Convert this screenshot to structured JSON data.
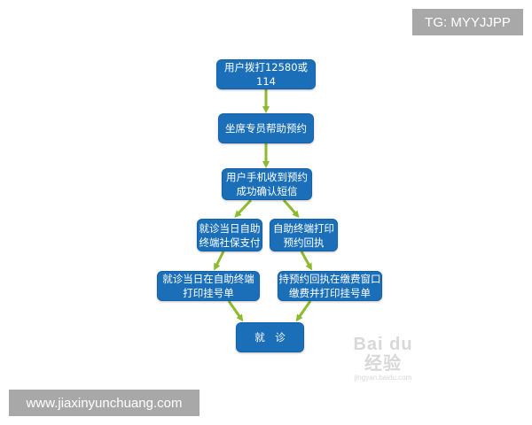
{
  "flowchart": {
    "nodes": [
      {
        "id": "n1",
        "label": "用户拨打12580或114"
      },
      {
        "id": "n2",
        "label": "坐席专员帮助预约"
      },
      {
        "id": "n3",
        "label": "用户手机收到预约\n成功确认短信"
      },
      {
        "id": "n4",
        "label": "就诊当日自助\n终端社保支付"
      },
      {
        "id": "n5",
        "label": "自助终端打印\n预约回执"
      },
      {
        "id": "n6",
        "label": "就诊当日在自助终端\n打印挂号单"
      },
      {
        "id": "n7",
        "label": "持预约回执在缴费窗口\n缴费并打印挂号单"
      },
      {
        "id": "n8",
        "label": "就　诊"
      }
    ],
    "edges": [
      {
        "from": "n1",
        "to": "n2"
      },
      {
        "from": "n2",
        "to": "n3"
      },
      {
        "from": "n3",
        "to": "n4"
      },
      {
        "from": "n3",
        "to": "n5"
      },
      {
        "from": "n4",
        "to": "n6"
      },
      {
        "from": "n5",
        "to": "n7"
      },
      {
        "from": "n6",
        "to": "n8"
      },
      {
        "from": "n7",
        "to": "n8"
      }
    ],
    "colors": {
      "node_fill": "#1b6fb8",
      "node_text": "#ffffff",
      "arrow": "#8dbb2e"
    }
  },
  "overlays": {
    "top_tag": "TG: MYYJJPP",
    "bottom_tag": "www.jiaxinyunchuang.com",
    "watermark_logo": "Bai du 经验",
    "watermark_url": "jingyan.baidu.com"
  }
}
